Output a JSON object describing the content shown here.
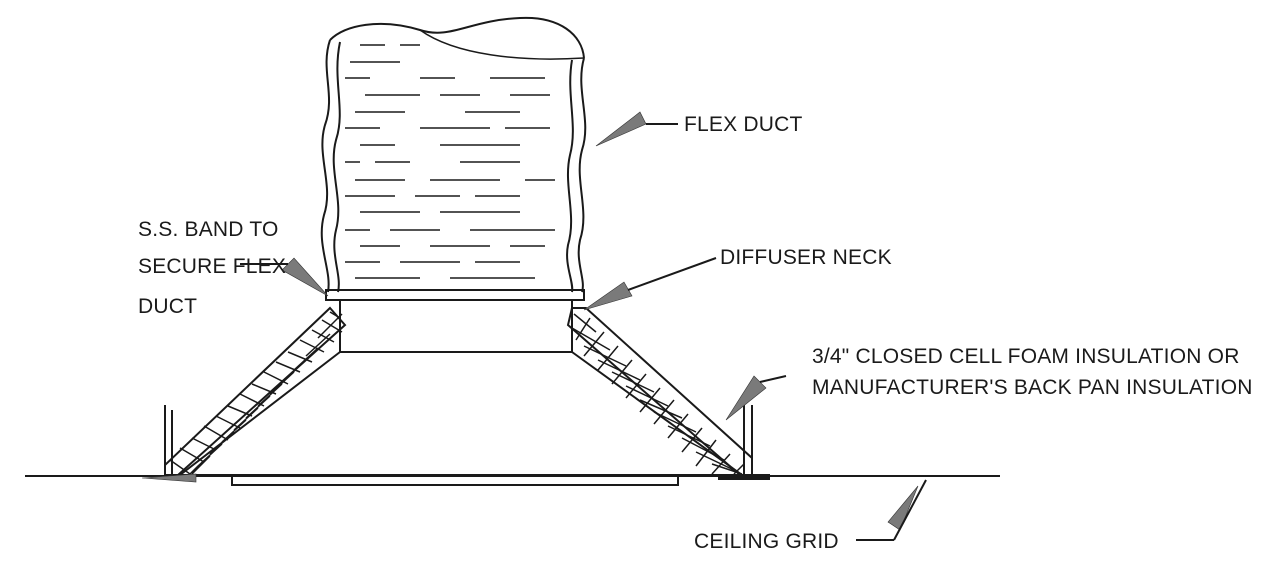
{
  "labels": {
    "flex_duct": "FLEX DUCT",
    "band_line1": "S.S. BAND TO",
    "band_line2": "SECURE FLEX",
    "band_line3": "DUCT",
    "diffuser_neck": "DIFFUSER NECK",
    "insulation_line1": "3/4\" CLOSED CELL FOAM INSULATION OR",
    "insulation_line2": "MANUFACTURER'S BACK PAN INSULATION",
    "ceiling_grid": "CEILING GRID"
  },
  "colors": {
    "line": "#1a1a1a",
    "leader_fill": "#7a7a7a"
  }
}
